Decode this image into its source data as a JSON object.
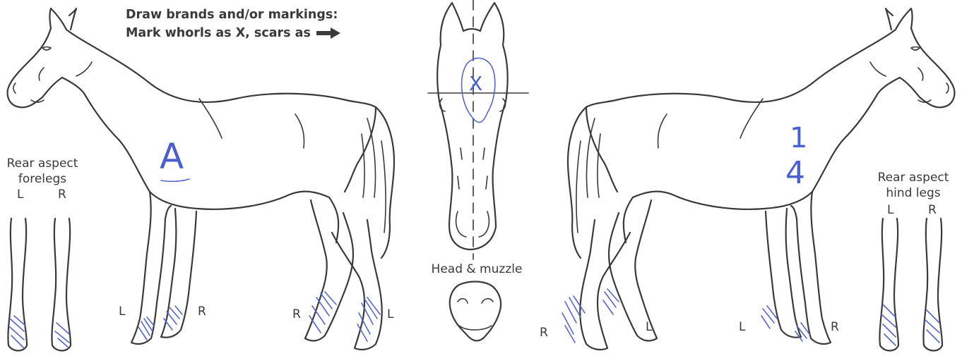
{
  "instructions": {
    "line1": "Draw brands and/or markings:",
    "line2": "Mark whorls as X, scars as"
  },
  "labels": {
    "rear_forelegs_title_1": "Rear aspect",
    "rear_forelegs_title_2": "forelegs",
    "rear_forelegs_left": "L",
    "rear_forelegs_right": "R",
    "left_horse_front_left": "L",
    "left_horse_front_right": "R",
    "left_horse_hind_right": "R",
    "left_horse_hind_left": "L",
    "head_muzzle": "Head & muzzle",
    "right_horse_front_right": "R",
    "right_horse_front_left": "L",
    "right_horse_hind_left": "L",
    "right_horse_hind_right": "R",
    "rear_hindlegs_title_1": "Rear aspect",
    "rear_hindlegs_title_2": "hind legs",
    "rear_hindlegs_left": "L",
    "rear_hindlegs_right": "R"
  },
  "handwritten_marks": {
    "left_side_brand": "A",
    "right_side_brand_top": "1",
    "right_side_brand_bottom": "4",
    "forehead_whorl": "X"
  },
  "colors": {
    "outline": "#3a3a3a",
    "ink": "#4a5fd0"
  },
  "icons": {
    "scar": "right-arrow-icon"
  }
}
